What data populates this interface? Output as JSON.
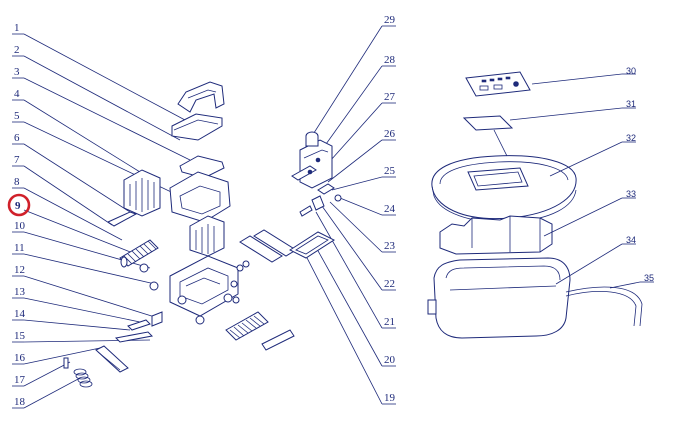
{
  "left_labels": [
    "1",
    "2",
    "3",
    "4",
    "5",
    "6",
    "7",
    "8",
    "9",
    "10",
    "11",
    "12",
    "13",
    "14",
    "15",
    "16",
    "17",
    "18"
  ],
  "right_labels": [
    "29",
    "28",
    "27",
    "26",
    "25",
    "24",
    "23",
    "22",
    "21",
    "20",
    "19"
  ],
  "side_labels": [
    "30",
    "31",
    "32",
    "33",
    "34",
    "35"
  ],
  "highlighted_label": "9",
  "colors": {
    "line": "#1e2a7a",
    "highlight": "#d0202a",
    "background": "#ffffff"
  }
}
